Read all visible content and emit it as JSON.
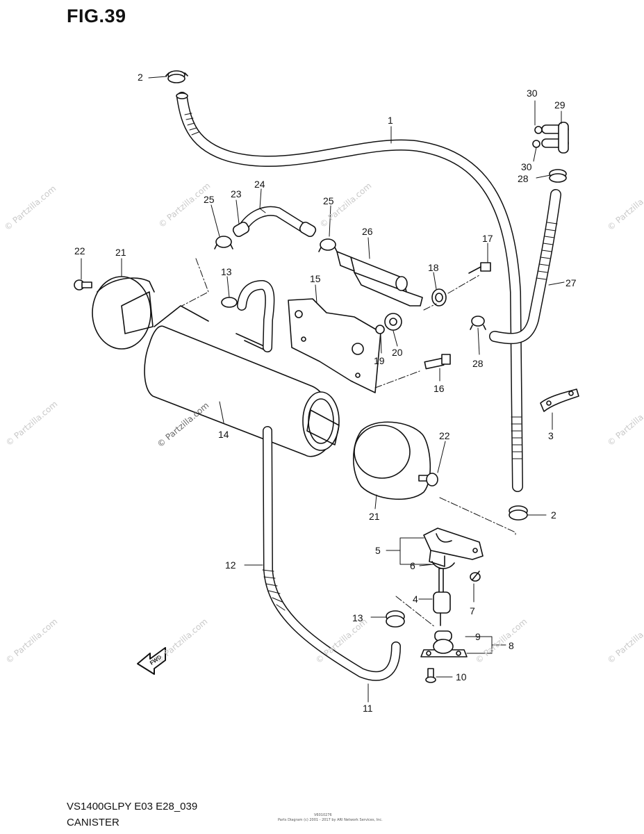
{
  "figure": {
    "title": "FIG.39",
    "model_code": "VS1400GLPY E03 E28_039",
    "section_name": "CANISTER"
  },
  "watermark": {
    "text": "© Partzilla.com"
  },
  "footer": {
    "small_code": "V6010276",
    "small_copyright": "Parts Diagram (c) 2001 - 2017 by ARI Network Services, Inc."
  },
  "callouts": [
    {
      "id": "c2a",
      "label": "2"
    },
    {
      "id": "c1",
      "label": "1"
    },
    {
      "id": "c30a",
      "label": "30"
    },
    {
      "id": "c29",
      "label": "29"
    },
    {
      "id": "c30b",
      "label": "30"
    },
    {
      "id": "c28a",
      "label": "28"
    },
    {
      "id": "c24",
      "label": "24"
    },
    {
      "id": "c23",
      "label": "23"
    },
    {
      "id": "c25a",
      "label": "25"
    },
    {
      "id": "c25b",
      "label": "25"
    },
    {
      "id": "c26",
      "label": "26"
    },
    {
      "id": "c17",
      "label": "17"
    },
    {
      "id": "c22a",
      "label": "22"
    },
    {
      "id": "c21a",
      "label": "21"
    },
    {
      "id": "c13a",
      "label": "13"
    },
    {
      "id": "c15",
      "label": "15"
    },
    {
      "id": "c18",
      "label": "18"
    },
    {
      "id": "c27",
      "label": "27"
    },
    {
      "id": "c19",
      "label": "19"
    },
    {
      "id": "c20",
      "label": "20"
    },
    {
      "id": "c28b",
      "label": "28"
    },
    {
      "id": "c16",
      "label": "16"
    },
    {
      "id": "c14",
      "label": "14"
    },
    {
      "id": "c3",
      "label": "3"
    },
    {
      "id": "c22b",
      "label": "22"
    },
    {
      "id": "c21b",
      "label": "21"
    },
    {
      "id": "c2b",
      "label": "2"
    },
    {
      "id": "c5",
      "label": "5"
    },
    {
      "id": "c6",
      "label": "6"
    },
    {
      "id": "c12",
      "label": "12"
    },
    {
      "id": "c7",
      "label": "7"
    },
    {
      "id": "c4",
      "label": "4"
    },
    {
      "id": "c13b",
      "label": "13"
    },
    {
      "id": "c9",
      "label": "9"
    },
    {
      "id": "c8",
      "label": "8"
    },
    {
      "id": "c10",
      "label": "10"
    },
    {
      "id": "c11",
      "label": "11"
    }
  ],
  "fwd_arrow_label": "FWD"
}
